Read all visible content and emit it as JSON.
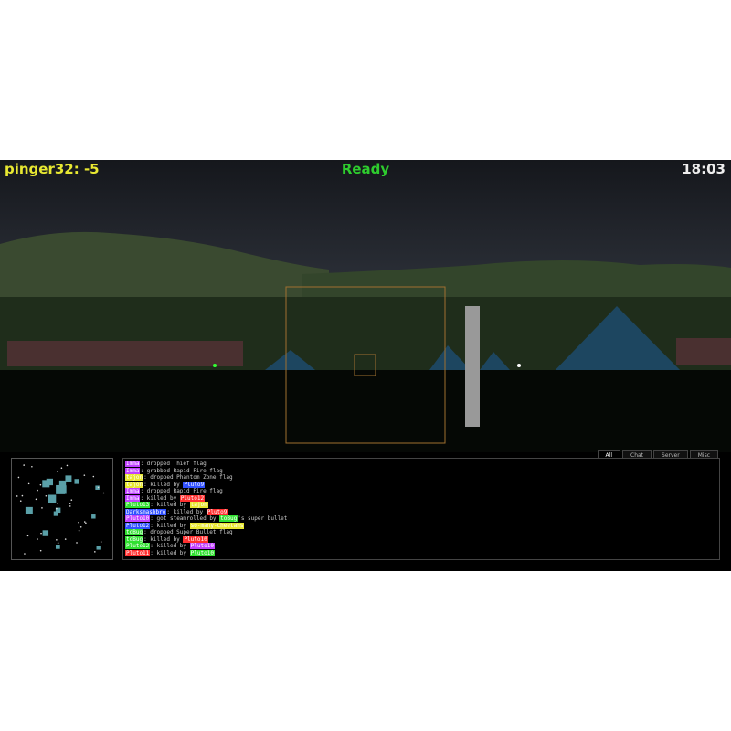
{
  "hud": {
    "score": "pinger32: -5",
    "status": "Ready",
    "clock": "18:03"
  },
  "tabs": [
    "All",
    "Chat",
    "Server",
    "Misc"
  ],
  "messages": [
    {
      "name": "Imma",
      "color": "#c040ff",
      "text": ": dropped Thief flag",
      "killer": "",
      "kcolor": ""
    },
    {
      "name": "Imma",
      "color": "#c040ff",
      "text": ": grabbed Rapid Fire flag",
      "killer": "",
      "kcolor": ""
    },
    {
      "name": "tajon",
      "color": "#e8e832",
      "text": ": dropped Phantom Zone flag",
      "killer": "",
      "kcolor": ""
    },
    {
      "name": "tajon",
      "color": "#e8e832",
      "text": ": killed by ",
      "killer": "Pluto9",
      "kcolor": "#3050ff"
    },
    {
      "name": "Imma",
      "color": "#c040ff",
      "text": ": dropped Rapid Fire flag",
      "killer": "",
      "kcolor": ""
    },
    {
      "name": "Imma",
      "color": "#c040ff",
      "text": ": killed by ",
      "killer": "Pluto12",
      "kcolor": "#ff3030"
    },
    {
      "name": "Pluto13",
      "color": "#30e030",
      "text": ": killed by ",
      "killer": "tajon",
      "kcolor": "#e8e832"
    },
    {
      "name": "Darksmashbro",
      "color": "#3050ff",
      "text": ": killed by ",
      "killer": "Pluto9",
      "kcolor": "#ff3030"
    },
    {
      "name": "Pluto10",
      "color": "#c040ff",
      "text": ": got steamrolled by ",
      "killer": "toBug",
      "kcolor": "#30e030",
      "after": "'s super bullet"
    },
    {
      "name": "Pluto12",
      "color": "#3050ff",
      "text": ": killed by ",
      "killer": "so-many-cheetahs",
      "kcolor": "#e8e832"
    },
    {
      "name": "toBug",
      "color": "#30e030",
      "text": ": dropped Super Bullet flag",
      "killer": "",
      "kcolor": ""
    },
    {
      "name": "toBug",
      "color": "#30e030",
      "text": ": killed by ",
      "killer": "Pluto10",
      "kcolor": "#ff3030"
    },
    {
      "name": "Pluto12",
      "color": "#30e030",
      "text": ": killed by ",
      "killer": "Pluto10",
      "kcolor": "#c040ff"
    },
    {
      "name": "Pluto11",
      "color": "#ff3030",
      "text": ": killed by ",
      "killer": "Pluto10",
      "kcolor": "#30e030"
    }
  ]
}
